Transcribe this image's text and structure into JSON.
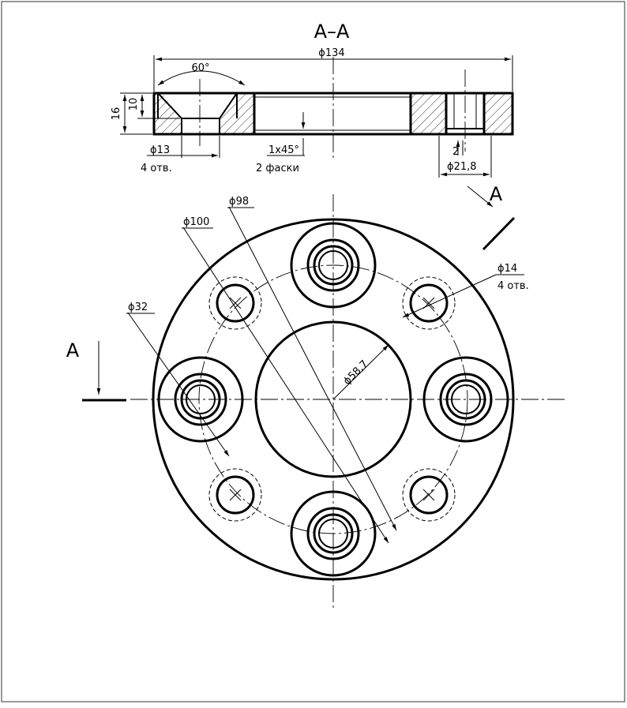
{
  "drawing": {
    "section_title": "A–A",
    "section_marker": "A",
    "dimensions": {
      "outer_diameter": "ϕ134",
      "countersink_angle": "60°",
      "height_16": "16",
      "height_10": "10",
      "hole_13": "ϕ13",
      "hole_13_count": "4 отв.",
      "chamfer": "1x45°",
      "chamfer_count": "2 фаски",
      "depth_2": "2",
      "counterbore": "ϕ21,8",
      "pcd_98": "ϕ98",
      "pcd_100": "ϕ100",
      "boss_32": "ϕ32",
      "hole_14": "ϕ14",
      "hole_14_count": "4 отв.",
      "center_bore": "ϕ58,7"
    }
  }
}
